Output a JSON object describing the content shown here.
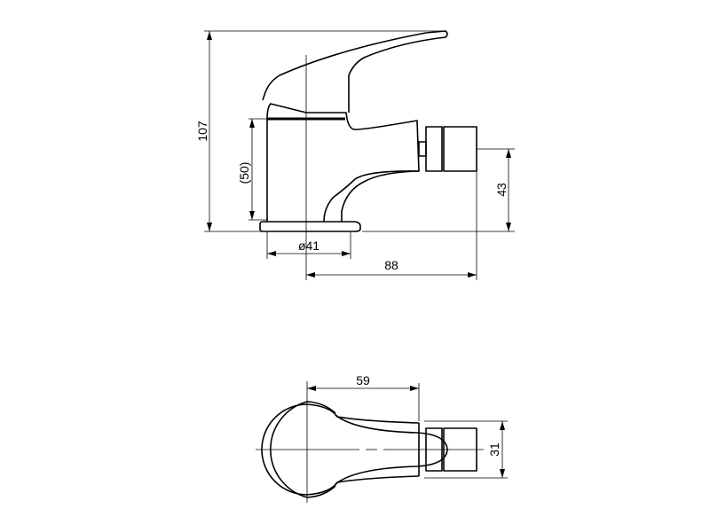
{
  "drawing": {
    "title": "Bidet mixer tap technical drawing",
    "line_color": "#000000",
    "background": "#ffffff"
  },
  "side_view": {
    "height_label": "107",
    "body_height_label": "(50)",
    "base_diameter_label": "ø41",
    "reach_label": "88",
    "outlet_height_label": "43"
  },
  "top_view": {
    "lever_length_label": "59",
    "outlet_width_label": "31"
  }
}
